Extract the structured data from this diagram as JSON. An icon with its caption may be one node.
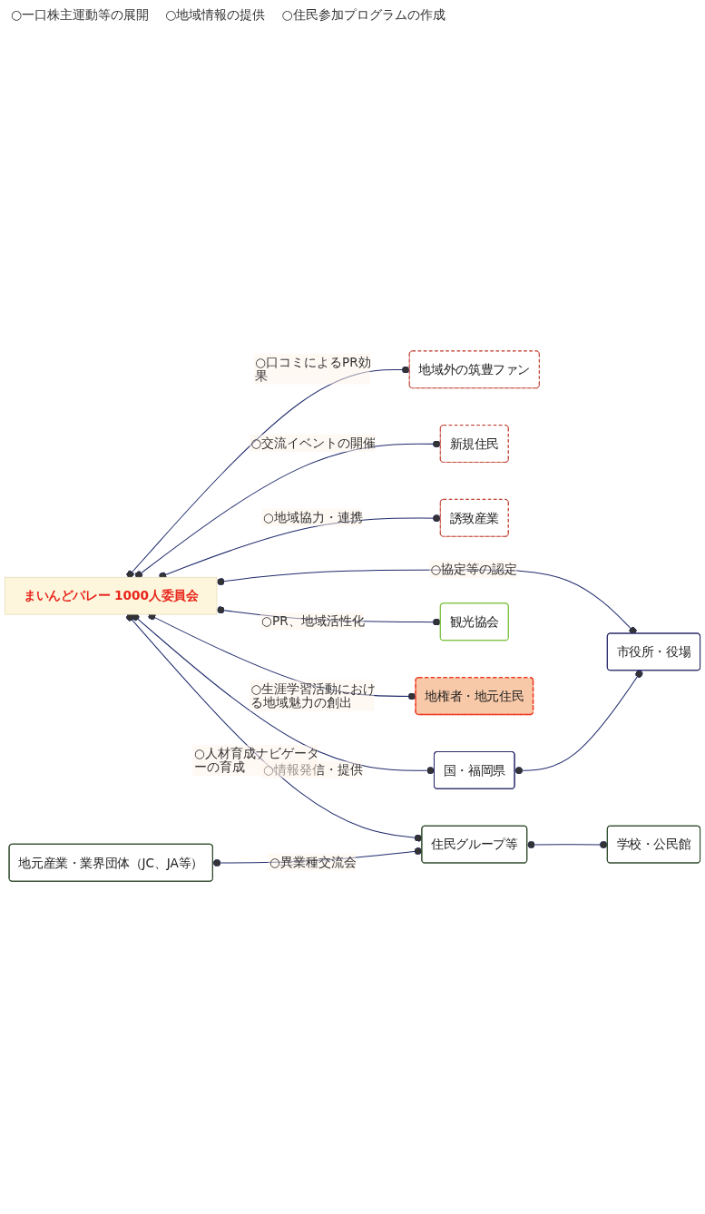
{
  "diagram": {
    "nodes": [
      {
        "text": [
          "まいんどバレー 1000人委員会"
        ]
      },
      {
        "text": [
          "地域外の筑豊ファン"
        ]
      },
      {
        "text": [
          "新規住民"
        ]
      },
      {
        "text": [
          "誘致産業"
        ]
      },
      {
        "text": [
          "国・福岡県"
        ]
      },
      {
        "text": [
          "市役所・役場"
        ]
      },
      {
        "text": [
          "観光協会"
        ]
      },
      {
        "text": [
          "地権者・地元住民"
        ]
      },
      {
        "text": [
          "学校・公民館"
        ]
      },
      {
        "text": [
          "住民グループ等"
        ]
      },
      {
        "text": [
          "地元産業・業界団体（JC、JA等）"
        ]
      }
    ],
    "edges": [
      {
        "from": 0,
        "to": 1,
        "arrow": "other",
        "label": "○口コミによるPR効果"
      },
      {
        "from": 0,
        "to": 2,
        "arrow": "other",
        "label": "○交流イベントの開催"
      },
      {
        "from": 0,
        "to": 3,
        "arrow": "other",
        "label": "○地域協力・連携"
      },
      {
        "from": 0,
        "to": 4,
        "arrow": "other",
        "label": "○情報発信・提供"
      },
      {
        "from": 0,
        "to": 5,
        "arrow": "other",
        "label": "○協定等の認定"
      },
      {
        "from": 0,
        "to": 6,
        "arrow": "other",
        "label": "○PR、地域活性化"
      },
      {
        "from": 0,
        "to": 7,
        "arrow": "other",
        "label": "○生涯学習活動における地域魅力の創出"
      },
      {
        "from": 0,
        "to": 9,
        "arrow": "other",
        "label": "○人材育成ナビゲーターの育成"
      },
      {
        "from": 10,
        "to": 9,
        "arrow": "other",
        "label": "○異業種交流会"
      },
      {
        "from": 9,
        "to": 8,
        "arrow": "other"
      },
      {
        "from": 4,
        "to": 5,
        "arrow": "other"
      }
    ],
    "labels": [
      "○一口株主運動等の展開",
      "○地域情報の提供",
      "○住民参加プログラムの作成"
    ]
  }
}
